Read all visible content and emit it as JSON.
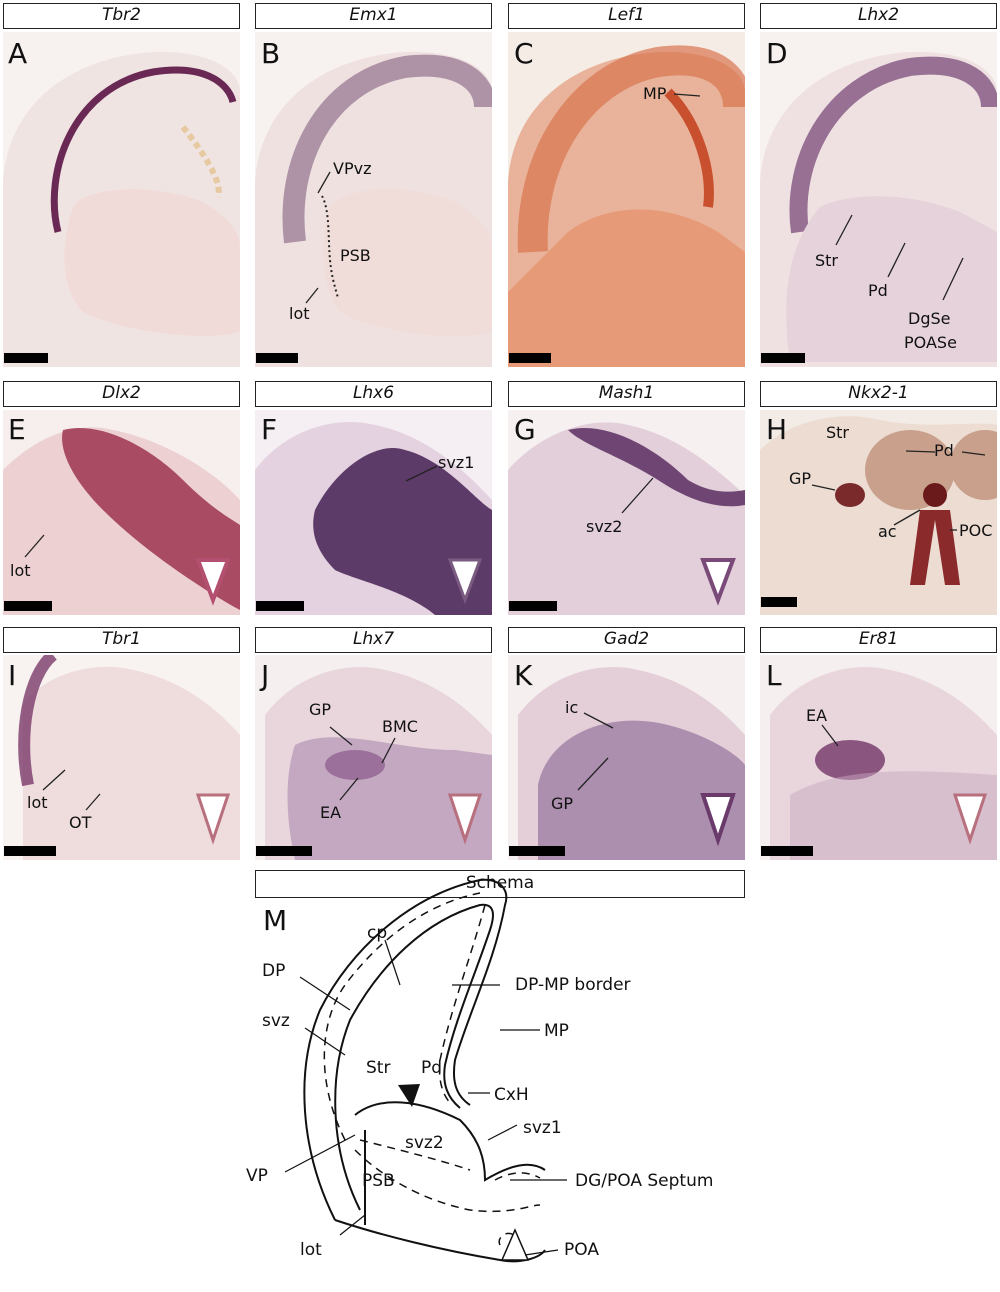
{
  "panels": [
    {
      "id": "A",
      "gene": "Tbr2",
      "labels": []
    },
    {
      "id": "B",
      "gene": "Emx1",
      "labels": [
        "VPvz",
        "PSB",
        "lot"
      ]
    },
    {
      "id": "C",
      "gene": "Lef1",
      "labels": [
        "MP"
      ]
    },
    {
      "id": "D",
      "gene": "Lhx2",
      "labels": [
        "Str",
        "Pd",
        "DgSe",
        "POASe"
      ]
    },
    {
      "id": "E",
      "gene": "Dlx2",
      "labels": [
        "lot"
      ]
    },
    {
      "id": "F",
      "gene": "Lhx6",
      "labels": [
        "svz1"
      ]
    },
    {
      "id": "G",
      "gene": "Mash1",
      "labels": [
        "svz2"
      ]
    },
    {
      "id": "H",
      "gene": "Nkx2-1",
      "labels": [
        "Str",
        "Pd",
        "GP",
        "ac",
        "POC"
      ]
    },
    {
      "id": "I",
      "gene": "Tbr1",
      "labels": [
        "lot",
        "OT"
      ]
    },
    {
      "id": "J",
      "gene": "Lhx7",
      "labels": [
        "GP",
        "BMC",
        "EA"
      ]
    },
    {
      "id": "K",
      "gene": "Gad2",
      "labels": [
        "ic",
        "GP"
      ]
    },
    {
      "id": "L",
      "gene": "Er81",
      "labels": [
        "EA"
      ]
    }
  ],
  "schema": {
    "title": "Schema",
    "letter": "M",
    "labels": [
      "cp",
      "DP",
      "svz",
      "DP-MP border",
      "MP",
      "Str",
      "Pd",
      "CxH",
      "svz2",
      "svz1",
      "VP",
      "PSB",
      "DG/POA Septum",
      "lot",
      "POA"
    ]
  },
  "colors": {
    "tissue_pale": "#efe0dc",
    "stain_purple": "#5a2d5e",
    "stain_red": "#b83c4c",
    "stain_orange": "#d98060"
  }
}
